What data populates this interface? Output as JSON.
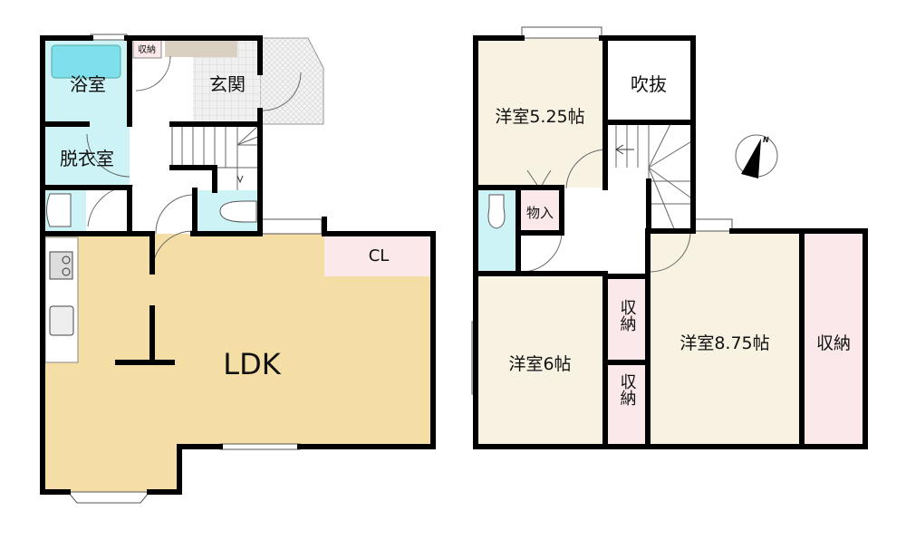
{
  "floor1": {
    "rooms": {
      "bath": "浴室",
      "dressing": "脱衣室",
      "storage": "収納",
      "entrance": "玄関",
      "closet": "CL",
      "ldk": "LDK"
    }
  },
  "floor2": {
    "rooms": {
      "room_a": "洋室5.25帖",
      "void": "吹抜",
      "storage_small": "物入",
      "room_b": "洋室6帖",
      "storage_b1": "収納",
      "storage_b2": "収納",
      "room_c": "洋室8.75帖",
      "storage_c": "収納"
    }
  },
  "compass": {
    "label": "N"
  },
  "colors": {
    "wet": "#cdf3f7",
    "tub": "#7fe0ec",
    "ldk": "#f5dea6",
    "room": "#f8f2e2",
    "storage": "#fbe8ea",
    "tile": "#eeeeee"
  }
}
